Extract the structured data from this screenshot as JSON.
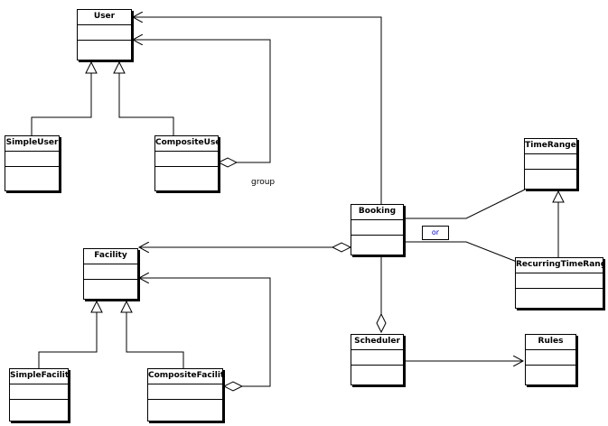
{
  "classes": {
    "user": "User",
    "simple_user": "SimpleUser",
    "composite_user": "CompositeUser",
    "facility": "Facility",
    "simple_facility": "SimpleFacility",
    "composite_facility": "CompositeFacility",
    "booking": "Booking",
    "scheduler": "Scheduler",
    "rules": "Rules",
    "time_range": "TimeRange",
    "recurring_time_range": "RecurringTimeRange"
  },
  "labels": {
    "group": "group",
    "or": "or"
  },
  "colors": {
    "line": "#000000",
    "constraint_text": "#0000cc"
  }
}
